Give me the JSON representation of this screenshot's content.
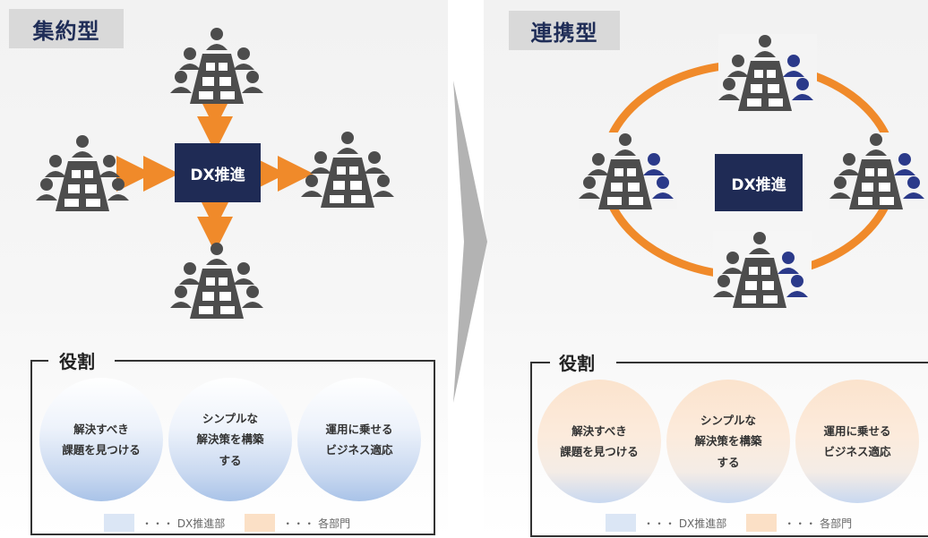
{
  "left": {
    "tag": "集約型",
    "center_label": "DX推進",
    "roles_title": "役割",
    "roles": [
      {
        "lines": [
          "解決すべき",
          "課題を見つける"
        ]
      },
      {
        "lines": [
          "シンプルな",
          "解決策を構築",
          "する"
        ]
      },
      {
        "lines": [
          "運用に乗せる",
          "ビジネス適応"
        ]
      }
    ]
  },
  "right": {
    "tag": "連携型",
    "center_label": "DX推進",
    "roles_title": "役割",
    "roles": [
      {
        "lines": [
          "解決すべき",
          "課題を見つける"
        ]
      },
      {
        "lines": [
          "シンプルな",
          "解決策を構築",
          "する"
        ]
      },
      {
        "lines": [
          "運用に乗せる",
          "ビジネス適応"
        ]
      }
    ]
  },
  "legend": {
    "dx_label": "・・・ DX推進部",
    "dept_label": "・・・ 各部門"
  },
  "colors": {
    "navy": "#1f2b55",
    "orange": "#f08a2a",
    "arrow_gray": "#b3b3b3",
    "light_blue": "#dbe6f5",
    "light_orange": "#fbe0c6"
  },
  "icons": {
    "group": "meeting-table-group-icon",
    "dx_member": "dx-member-person-icon",
    "transition": "right-chevron-arrow-icon"
  }
}
